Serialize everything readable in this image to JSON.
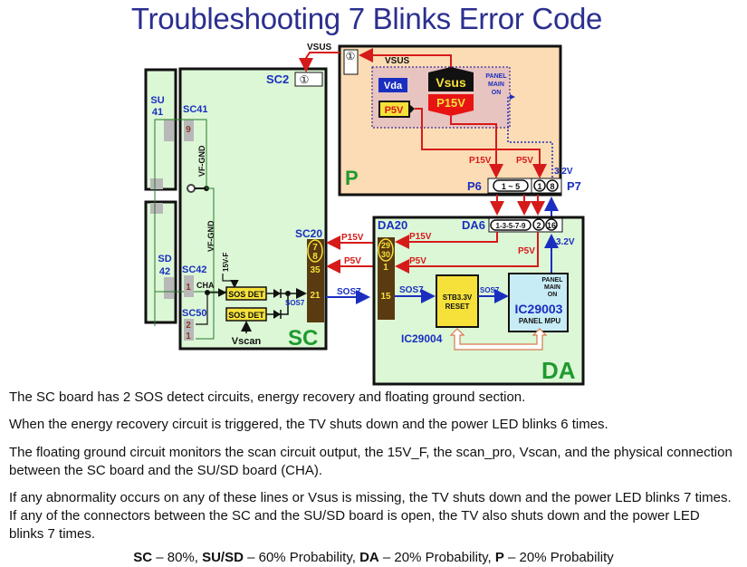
{
  "title": "Troubleshooting 7 Blinks Error Code",
  "boards": {
    "su": {
      "label_line1": "SU",
      "label_line2": "41"
    },
    "sd": {
      "label_line1": "SD",
      "label_line2": "42"
    },
    "sc": {
      "label": "SC"
    },
    "p": {
      "label": "P"
    },
    "da": {
      "label": "DA"
    }
  },
  "connectors": {
    "sc2": {
      "label": "SC2",
      "pin": "①"
    },
    "sc41": {
      "label": "SC41",
      "pin": "9"
    },
    "sc42": {
      "label": "SC42",
      "pin": "1"
    },
    "sc50": {
      "label": "SC50",
      "pin_a": "2",
      "pin_b": "1"
    },
    "sc20": {
      "label": "SC20",
      "pin_a": "7",
      "pin_b": "8",
      "pin_c": "35",
      "pin_d": "21"
    },
    "da20": {
      "label": "DA20",
      "pin_a": "29",
      "pin_b": "30",
      "pin_c": "1",
      "pin_d": "15"
    },
    "da6": {
      "label": "DA6",
      "pins_a": "1-3-5-7-9",
      "pin_b": "2",
      "pin_c": "16"
    },
    "p6": {
      "label": "P6",
      "pins_a": "1 ~ 5",
      "pin_b": "1"
    },
    "p7": {
      "label": "P7",
      "pin": "8"
    },
    "p_vsus": {
      "pin": "①"
    }
  },
  "signals": {
    "vsus_top": "VSUS",
    "vsus_inner": "VSUS",
    "vf_gnd_1": "VF-GND",
    "vf_gnd_2": "VF-GND",
    "v15f": "15V-F",
    "cha": "CHA",
    "vscan": "Vscan",
    "sos7_sc": "SOS7",
    "sos7_link": "SOS7",
    "sos7_da": "SOS7",
    "sos7_ic": "SOS7",
    "p15v_link": "P15V",
    "p5v_link": "P5V",
    "p15v_da": "P15V",
    "p5v_da": "P5V",
    "p5v_da_vert": "P5V",
    "v32_da": "3.2V",
    "p15v_p": "P15V",
    "p5v_p": "P5V",
    "v32_p": "3.2V",
    "panel_main_on_line1": "PANEL",
    "panel_main_on_line2": "MAIN",
    "panel_main_on_line3": "ON"
  },
  "blocks": {
    "sos_det_1": "SOS DET",
    "sos_det_2": "SOS DET",
    "vda": "Vda",
    "vsus": "Vsus",
    "p15v": "P15V",
    "p5v": "P5V",
    "stb_line1": "STB3.3V",
    "stb_line2": "RESET",
    "ic29004": "IC29004",
    "ic29003_panel1": "PANEL",
    "ic29003_panel2": "MAIN",
    "ic29003_panel3": "ON",
    "ic29003_name": "IC29003",
    "ic29003_sub": "PANEL MPU"
  },
  "description": [
    "The SC board has 2 SOS detect circuits, energy recovery and floating ground section.",
    "When the energy recovery circuit is triggered, the TV shuts down and the power LED blinks 6 times.",
    "The floating ground circuit monitors the scan circuit output, the 15V_F, the scan_pro, Vscan, and the physical connection between the SC board and the SU/SD board (CHA).",
    "If any abnormality occurs on any of these lines or Vsus is missing, the TV shuts down and the power LED blinks 7 times. If any of the connectors between the SC and the SU/SD board is open, the TV also shuts down and the power LED blinks 7 times."
  ],
  "probability": {
    "sc_label": "SC",
    "sc_value": " – 80%, ",
    "susd_label": "SU/SD",
    "susd_value": " – 60% Probability, ",
    "da_label": "DA",
    "da_value": " – 20% Probability, ",
    "p_label": "P",
    "p_value": " – 20% Probability"
  },
  "colors": {
    "title": "#2b2f8f",
    "board_green": "#dcf7d6",
    "board_peach": "#fcdcb4",
    "connector_brown": "#5a3a10",
    "pin_yellow": "#f5e13a",
    "label_blue": "#1a2fc0",
    "wire_red": "#d61a1a",
    "wire_blue": "#1a2fc0",
    "wire_green": "#2a7a2a",
    "board_letter_green": "#1f9a2f"
  }
}
